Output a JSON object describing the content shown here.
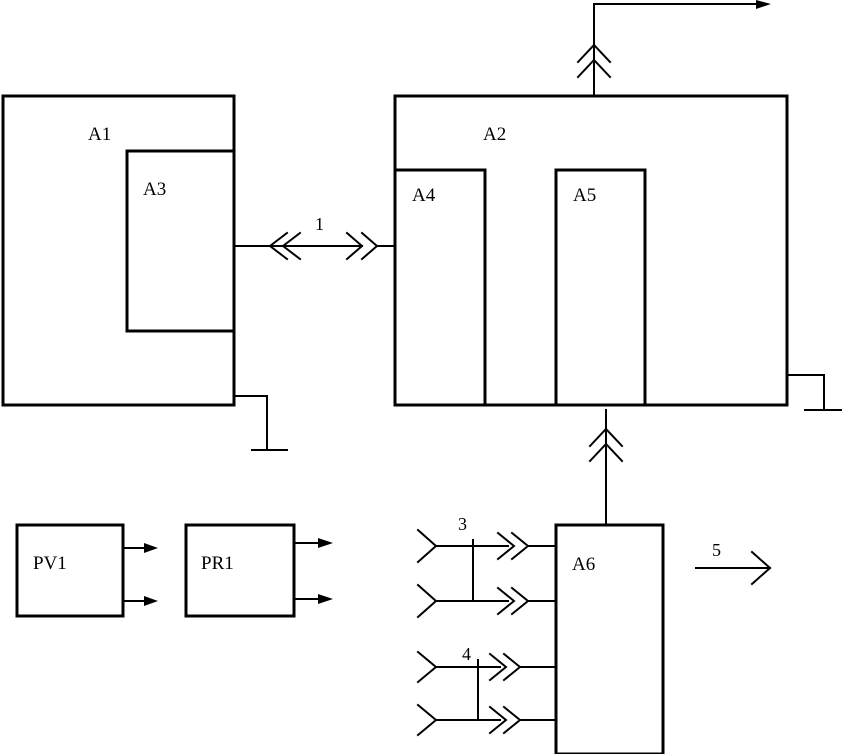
{
  "blocks": {
    "a1": "A1",
    "a2": "A2",
    "a3": "A3",
    "a4": "A4",
    "a5": "A5",
    "a6": "A6",
    "pv1": "PV1",
    "pr1": "PR1"
  },
  "connections": {
    "c1": "1",
    "c3": "3",
    "c4": "4",
    "c5": "5"
  }
}
